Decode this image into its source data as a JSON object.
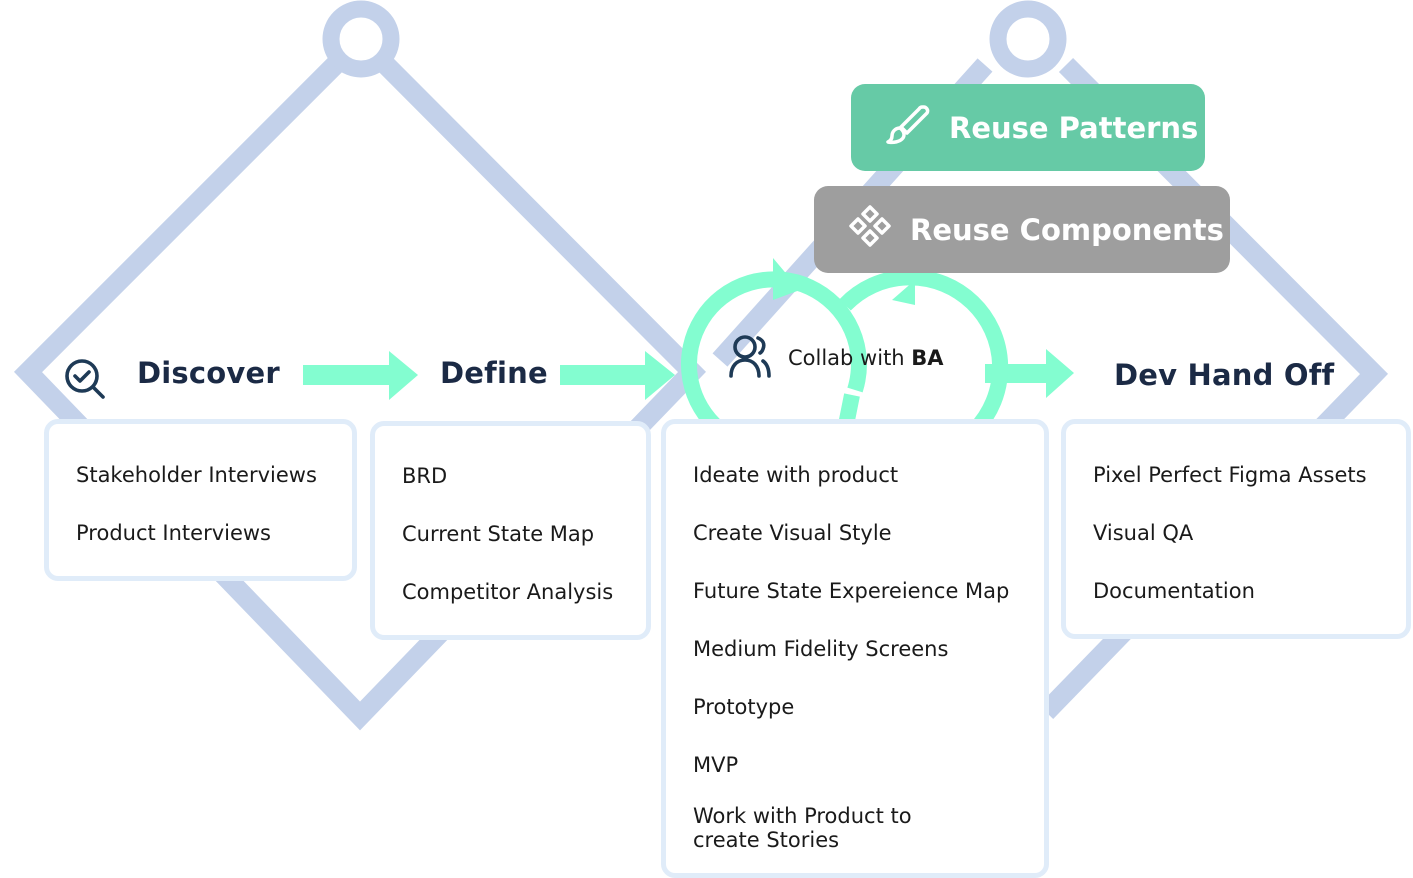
{
  "colors": {
    "frame": "#c3d1ea",
    "arrow": "#83fdd0",
    "card_border": "#e0ecf9",
    "title": "#1b2a45",
    "pill_patterns": "#66caa6",
    "pill_components": "#9e9e9e"
  },
  "stages": [
    {
      "title": "Discover",
      "icon": "search-check-icon",
      "items": [
        "Stakeholder Interviews",
        "Product Interviews"
      ]
    },
    {
      "title": "Define",
      "items": [
        "BRD",
        "Current State Map",
        "Competitor Analysis"
      ]
    },
    {
      "title_prefix": "Collab with ",
      "title_bold": "BA",
      "icon": "users-icon",
      "items": [
        "Ideate with product",
        "Create Visual Style",
        "Future State Expereience Map",
        "Medium Fidelity Screens",
        "Prototype",
        "MVP",
        "Work with Product to\ncreate Stories"
      ]
    },
    {
      "title": "Dev Hand Off",
      "items": [
        "Pixel Perfect Figma Assets",
        "Visual QA",
        "Documentation"
      ]
    }
  ],
  "pills": {
    "patterns": {
      "label": "Reuse Patterns",
      "icon": "brush-icon"
    },
    "components": {
      "label": "Reuse Components",
      "icon": "components-icon"
    }
  }
}
